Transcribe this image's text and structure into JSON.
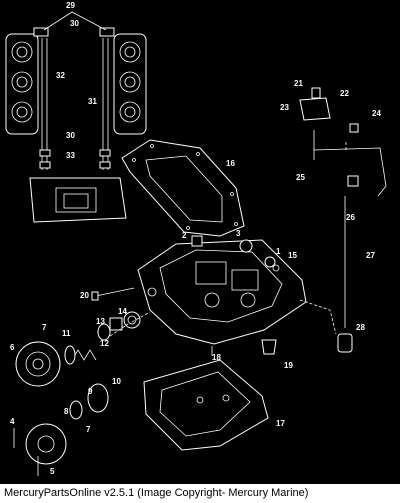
{
  "caption": "MercuryPartsOnline v2.5.1 (Image Copyright- Mercury Marine)",
  "callouts": [
    "29",
    "30",
    "32",
    "31",
    "30",
    "33",
    "16",
    "21",
    "22",
    "23",
    "24",
    "25",
    "26",
    "27",
    "2",
    "3",
    "1",
    "15",
    "20",
    "14",
    "13",
    "12",
    "11",
    "7",
    "6",
    "10",
    "9",
    "8",
    "7",
    "4",
    "5",
    "18",
    "19",
    "17",
    "28"
  ]
}
